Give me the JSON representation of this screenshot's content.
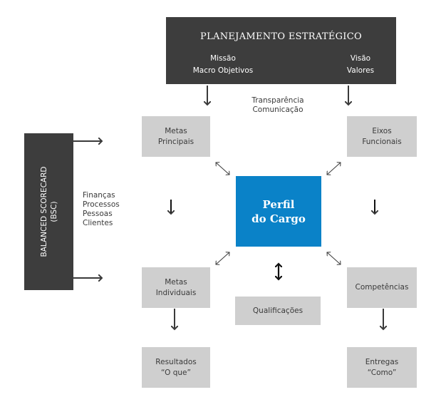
{
  "strategic_planning": {
    "title": "PLANEJAMENTO ESTRATÉGICO",
    "left_items": [
      "Missão",
      "Macro Objetivos"
    ],
    "right_items": [
      "Visão",
      "Valores"
    ]
  },
  "center_note": [
    "Transparência",
    "Comunicação"
  ],
  "bsc": {
    "line1": "BALANCED SCORECARD",
    "line2": "(BSC)"
  },
  "bsc_perspectives": [
    "Finanças",
    "Processos",
    "Pessoas",
    "Clientes"
  ],
  "nodes": {
    "metas_principais": [
      "Metas",
      "Principais"
    ],
    "eixos_funcionais": [
      "Eixos",
      "Funcionais"
    ],
    "perfil_do_cargo": [
      "Perfil",
      "do Cargo"
    ],
    "metas_individuais": [
      "Metas",
      "Individuais"
    ],
    "competencias": [
      "Competências"
    ],
    "qualificacoes": [
      "Qualificações"
    ],
    "resultados": [
      "Resultados",
      "“O que”"
    ],
    "entregas": [
      "Entregas",
      "“Como”"
    ]
  },
  "colors": {
    "dark_box": "#3d3d3d",
    "grey_box": "#cfcfcf",
    "accent_blue": "#0a82c8",
    "arrow": "#3a3a3a"
  }
}
